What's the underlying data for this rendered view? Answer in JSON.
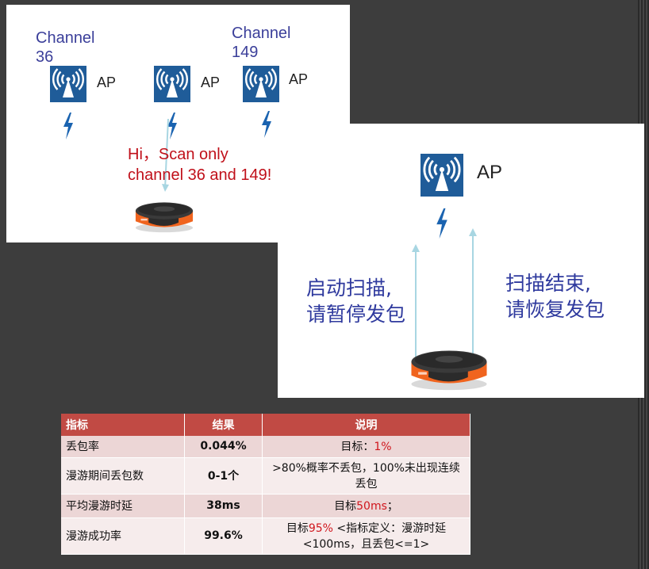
{
  "panel_left": {
    "channels": [
      {
        "label": "Channel\n36"
      },
      {
        "label": "Channel\n149"
      }
    ],
    "ap_labels": [
      "AP",
      "AP",
      "AP"
    ],
    "message": "Hi，Scan only\nchannel 36 and 149!"
  },
  "panel_right": {
    "ap_label": "AP",
    "left_text": "启动扫描,\n请暂停发包",
    "right_text": "扫描结束,\n请恢复发包"
  },
  "table": {
    "headers": [
      "指标",
      "结果",
      "说明"
    ],
    "rows": [
      {
        "metric": "丢包率",
        "result": "0.044%",
        "desc_pre": "目标：",
        "desc_hl": "1%",
        "desc_post": ""
      },
      {
        "metric": "漫游期间丢包数",
        "result": "0-1个",
        "desc_pre": ">80%概率不丢包，100%未出现连续丢包",
        "desc_hl": "",
        "desc_post": ""
      },
      {
        "metric": "平均漫游时延",
        "result": "38ms",
        "desc_pre": "目标",
        "desc_hl": "50ms",
        "desc_post": "；"
      },
      {
        "metric": "漫游成功率",
        "result": "99.6%",
        "desc_pre": "目标",
        "desc_hl": "95%",
        "desc_post": " <指标定义：漫游时延<100ms，且丢包<=1>"
      }
    ]
  },
  "colors": {
    "ap_icon": "#1f5c99",
    "bolt": "#1a63b0",
    "arrow": "#a8d6e2",
    "message_red": "#c0101a",
    "cn_text": "#2f3a9e",
    "table_header": "#c14a44",
    "robot_orange": "#f0641e"
  },
  "icons": [
    "wifi-ap-icon",
    "lightning-bolt-icon",
    "robot-image"
  ]
}
